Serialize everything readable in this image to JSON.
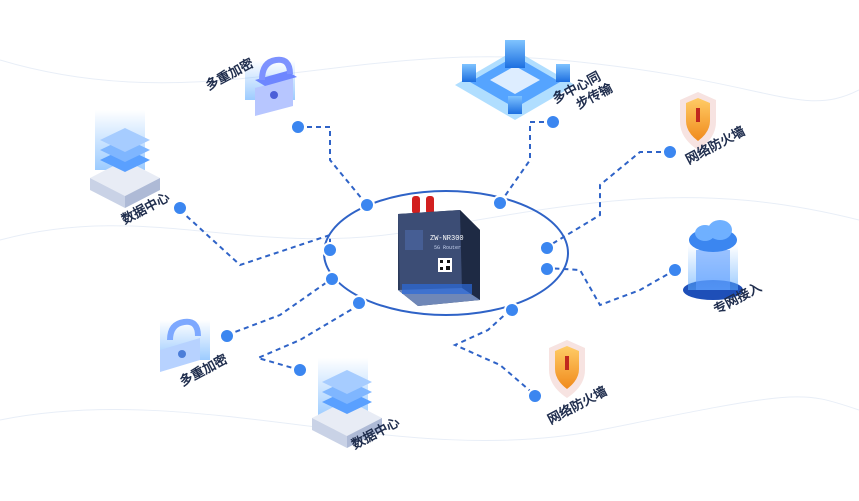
{
  "center_device": {
    "model": "ZW-NR300",
    "sub": "5G Router"
  },
  "nodes": [
    {
      "label": "多重加密"
    },
    {
      "label": "多中心同",
      "label2": "步传输"
    },
    {
      "label": "网络防火墙"
    },
    {
      "label": "数据中心"
    },
    {
      "label": "专网接入"
    },
    {
      "label": "多重加密"
    },
    {
      "label": "数据中心"
    },
    {
      "label": "网络防火墙"
    }
  ],
  "colors": {
    "line": "#2f63c7",
    "dot": "#3b86f0",
    "accent": "#1f6fe0"
  }
}
